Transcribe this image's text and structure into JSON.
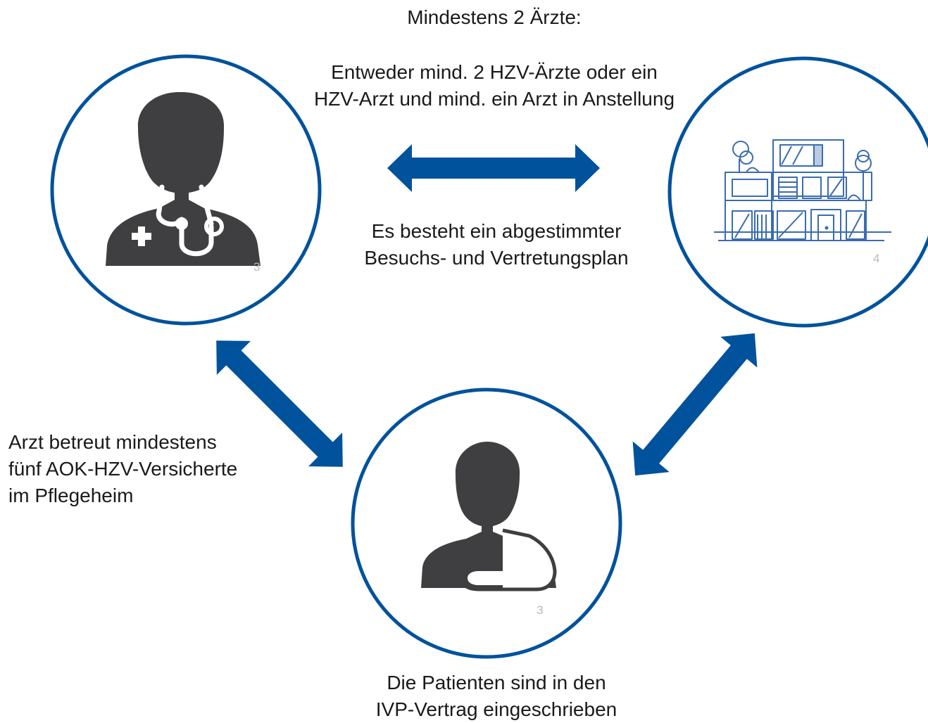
{
  "header": {
    "title": "Mindestens 2 Ärzte:",
    "line1": "Entweder mind. 2 HZV-Ärzte oder ein",
    "line2": "HZV-Arzt und mind. ein Arzt in Anstellung"
  },
  "middle": {
    "line1": "Es besteht ein abgestimmter",
    "line2": "Besuchs- und Vertretungsplan"
  },
  "left": {
    "line1": "Arzt betreut mindestens",
    "line2": "fünf AOK-HZV-Versicherte",
    "line3": "im Pflegeheim"
  },
  "bottom": {
    "line1": "Die Patienten sind in den",
    "line2": "IVP-Vertrag eingeschrieben"
  },
  "nodes": {
    "doctor": {
      "icon": "doctor-icon",
      "badge": "3"
    },
    "building": {
      "icon": "nursing-home-icon",
      "badge": "4"
    },
    "patient": {
      "icon": "patient-icon",
      "badge": "3"
    }
  },
  "colors": {
    "accent": "#00529c",
    "icon": "#3f3f41",
    "sketch": "#3a6cb0"
  }
}
